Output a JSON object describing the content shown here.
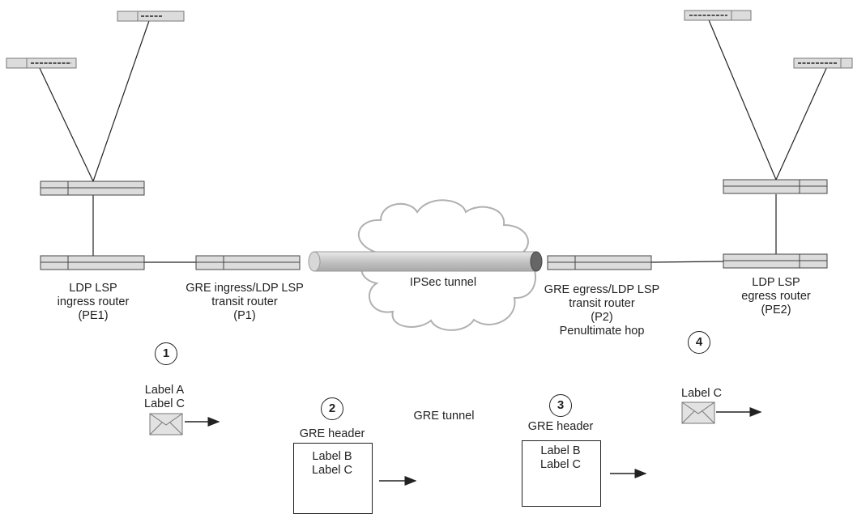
{
  "routers": {
    "pe1": {
      "line1": "LDP LSP",
      "line2": "ingress router",
      "line3": "(PE1)"
    },
    "p1": {
      "line1": "GRE ingress/LDP LSP",
      "line2": "transit router",
      "line3": "(P1)"
    },
    "p2": {
      "line1": "GRE egress/LDP LSP",
      "line2": "transit router",
      "line3": "(P2)",
      "line4": "Penultimate hop"
    },
    "pe2": {
      "line1": "LDP LSP",
      "line2": "egress router",
      "line3": "(PE2)"
    }
  },
  "tunnel": {
    "ipsec_label": "IPSec tunnel",
    "gre_label": "GRE tunnel"
  },
  "steps": {
    "s1": "1",
    "s2": "2",
    "s3": "3",
    "s4": "4"
  },
  "packets": {
    "p1": {
      "label1": "Label A",
      "label2": "Label C"
    },
    "p2": {
      "header": "GRE header",
      "label1": "Label B",
      "label2": "Label C"
    },
    "p3": {
      "header": "GRE header",
      "label1": "Label B",
      "label2": "Label C"
    },
    "p4": {
      "label1": "Label C"
    }
  },
  "colors": {
    "device_fill": "#dcdcdc",
    "line": "#222222",
    "cloud": "#b5b5b5",
    "tube": "#cfcfcf"
  },
  "icons": {
    "device": "switch-icon",
    "packet": "envelope-icon",
    "cloud": "cloud-icon"
  }
}
